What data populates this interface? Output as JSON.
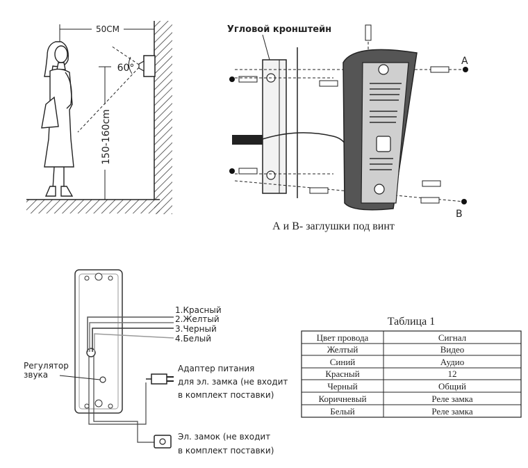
{
  "installation": {
    "distance_label": "50CM",
    "angle_label": "60°",
    "height_label": "150-160cm"
  },
  "mounting": {
    "bracket_label": "Угловой кронштейн",
    "point_a": "A",
    "point_b": "B",
    "caption": "А и В- заглушки под винт"
  },
  "wiring": {
    "wires": [
      "1.Красный",
      "2.Желтый",
      "3.Черный",
      "4.Белый"
    ],
    "volume_label_1": "Регулятор",
    "volume_label_2": "звука",
    "adapter_1": "Адаптер питания",
    "adapter_2": "для эл. замка (не входит",
    "adapter_3": "в комплект поставки)",
    "lock_1": "Эл. замок (не входит",
    "lock_2": "в комплект поставки)"
  },
  "table": {
    "title": "Таблица 1",
    "headers": [
      "Цвет провода",
      "Сигнал"
    ],
    "rows": [
      [
        "Желтый",
        "Видео"
      ],
      [
        "Синий",
        "Аудио"
      ],
      [
        "Красный",
        "12"
      ],
      [
        "Черный",
        "Общий"
      ],
      [
        "Коричневый",
        "Реле замка"
      ],
      [
        "Белый",
        "Реле замка"
      ]
    ]
  }
}
